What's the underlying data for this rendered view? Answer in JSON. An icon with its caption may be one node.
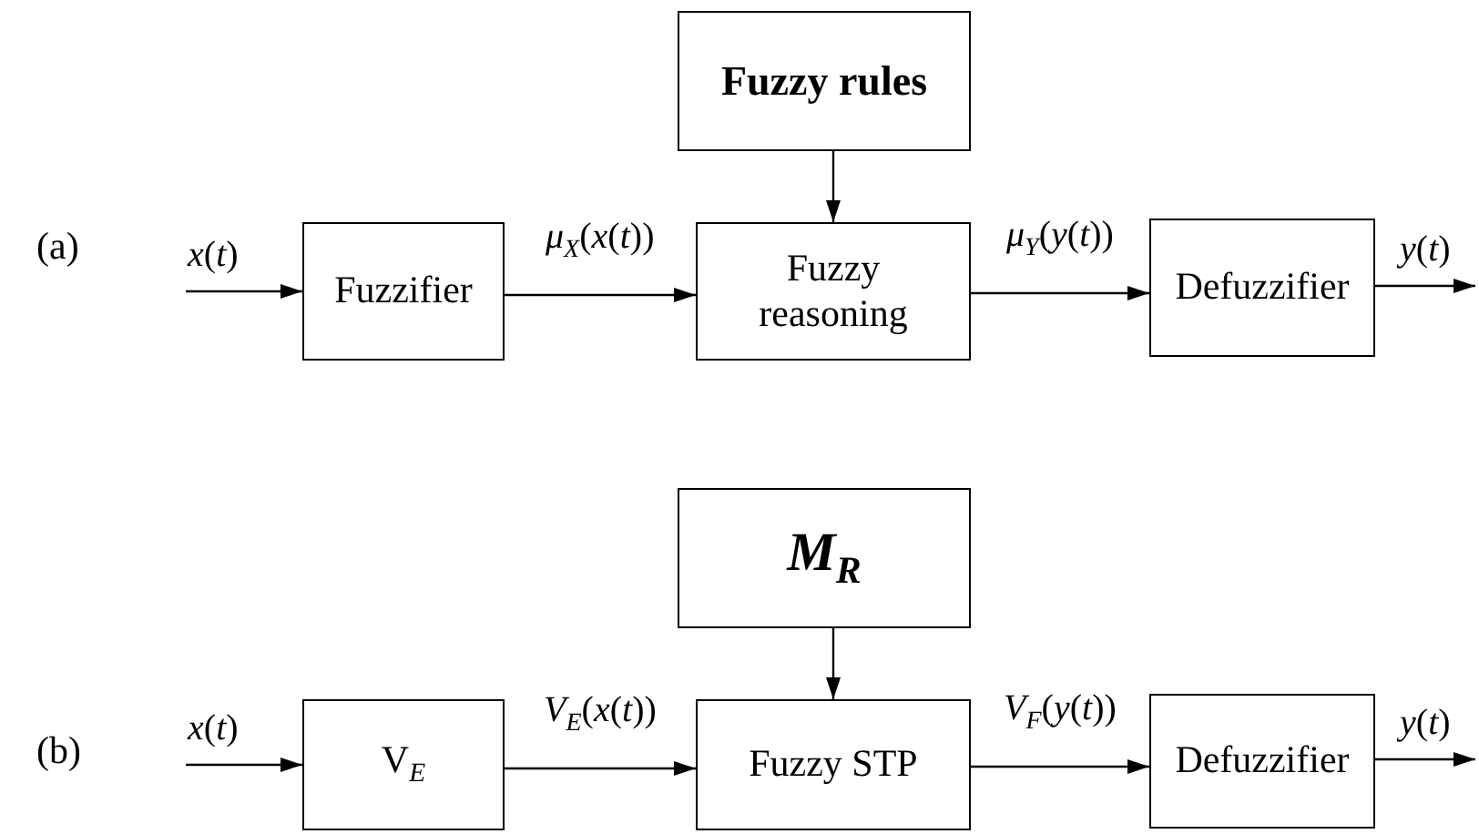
{
  "diagram": {
    "nodes": [
      {
        "text": [
          "Fuzzy rules"
        ]
      },
      {
        "text": [
          "Fuzzifier"
        ]
      },
      {
        "text": [
          "Fuzzy reasoning"
        ]
      },
      {
        "text": [
          "Defuzzifier"
        ]
      },
      {
        "text": [
          "M$_{R}$"
        ]
      },
      {
        "text": [
          "V$_{E}$"
        ]
      },
      {
        "text": [
          "Fuzzy STP"
        ]
      },
      {
        "text": [
          "Defuzzifier"
        ]
      }
    ],
    "edges": [
      {
        "from": null,
        "to": 1,
        "arrow": "to",
        "label": "*x*(*t*)"
      },
      {
        "from": 1,
        "to": 2,
        "arrow": "to",
        "label": "*μ*$_{X}$(*x*(*t*))"
      },
      {
        "from": 0,
        "to": 2,
        "arrow": "to"
      },
      {
        "from": 2,
        "to": 3,
        "arrow": "to",
        "label": "*μ*$_{Y}$(*y*(*t*))"
      },
      {
        "from": 3,
        "to": null,
        "arrow": "to",
        "label": "*y*(*t*)"
      },
      {
        "from": null,
        "to": 5,
        "arrow": "to",
        "label": "*x*(*t*)"
      },
      {
        "from": 5,
        "to": 6,
        "arrow": "to",
        "label": "*V*$_{E}$(*x*(*t*))"
      },
      {
        "from": 4,
        "to": 6,
        "arrow": "to"
      },
      {
        "from": 6,
        "to": 7,
        "arrow": "to",
        "label": "*V*$_{F}$(*y*(*t*))"
      },
      {
        "from": 7,
        "to": null,
        "arrow": "to",
        "label": "*y*(*t*)"
      }
    ],
    "labels": [
      "(a)",
      "(b)"
    ]
  }
}
